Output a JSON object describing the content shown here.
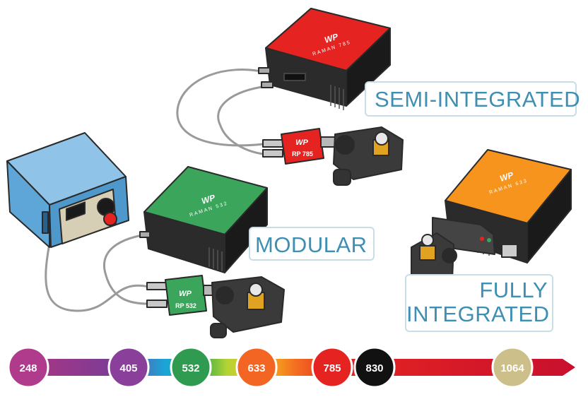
{
  "labels": {
    "semi_integrated": "SEMI-INTEGRATED",
    "modular": "MODULAR",
    "fully_line1": "FULLY",
    "fully_line2": "INTEGRATED"
  },
  "devices": {
    "semi": {
      "logo": "WP",
      "model": "RAMAN 785",
      "probe": "RP 785",
      "color": "#e52421"
    },
    "modular": {
      "logo": "WP",
      "model": "RAMAN 532",
      "probe": "RP 532",
      "color": "#3aa55b"
    },
    "fully": {
      "logo": "WP",
      "model": "RAMAN 633",
      "color": "#f7941d"
    },
    "laser_source_color": "#5ea6d8"
  },
  "wavelengths": [
    {
      "label": "248",
      "color": "#b03a8c"
    },
    {
      "label": "405",
      "color": "#8a3f9a"
    },
    {
      "label": "532",
      "color": "#2e9b50"
    },
    {
      "label": "633",
      "color": "#f26522"
    },
    {
      "label": "785",
      "color": "#e52421"
    },
    {
      "label": "830",
      "color": "#111111"
    },
    {
      "label": "1064",
      "color": "#cdbf8a"
    }
  ]
}
